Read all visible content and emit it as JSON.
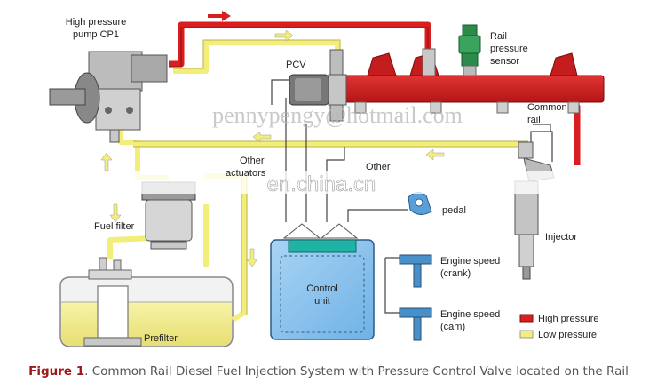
{
  "labels": {
    "pump": [
      "High pressure",
      "pump CP1"
    ],
    "pcv": "PCV",
    "sensor": [
      "Rail",
      "pressure",
      "sensor"
    ],
    "rail": [
      "Common",
      "rail"
    ],
    "other_actuators": [
      "Other",
      "actuators"
    ],
    "other_sensors": "Other",
    "pedal": "pedal",
    "fuel_filter": "Fuel filter",
    "injector": "Injector",
    "control_unit": [
      "Control",
      "unit"
    ],
    "crank": [
      "Engine speed",
      "(crank)"
    ],
    "cam": [
      "Engine speed",
      "(cam)"
    ],
    "prefilter": "Prefilter"
  },
  "legend": {
    "high": "High pressure",
    "low": "Low pressure",
    "high_color": "#d81e1e",
    "low_color": "#f3ee7a"
  },
  "watermarks": {
    "email": "pennypengy@hotmail.com",
    "site": "en.china.cn"
  },
  "caption": {
    "figure": "Figure 1",
    "text": ". Common Rail Diesel Fuel Injection System with Pressure Control Valve located on the Rail"
  }
}
